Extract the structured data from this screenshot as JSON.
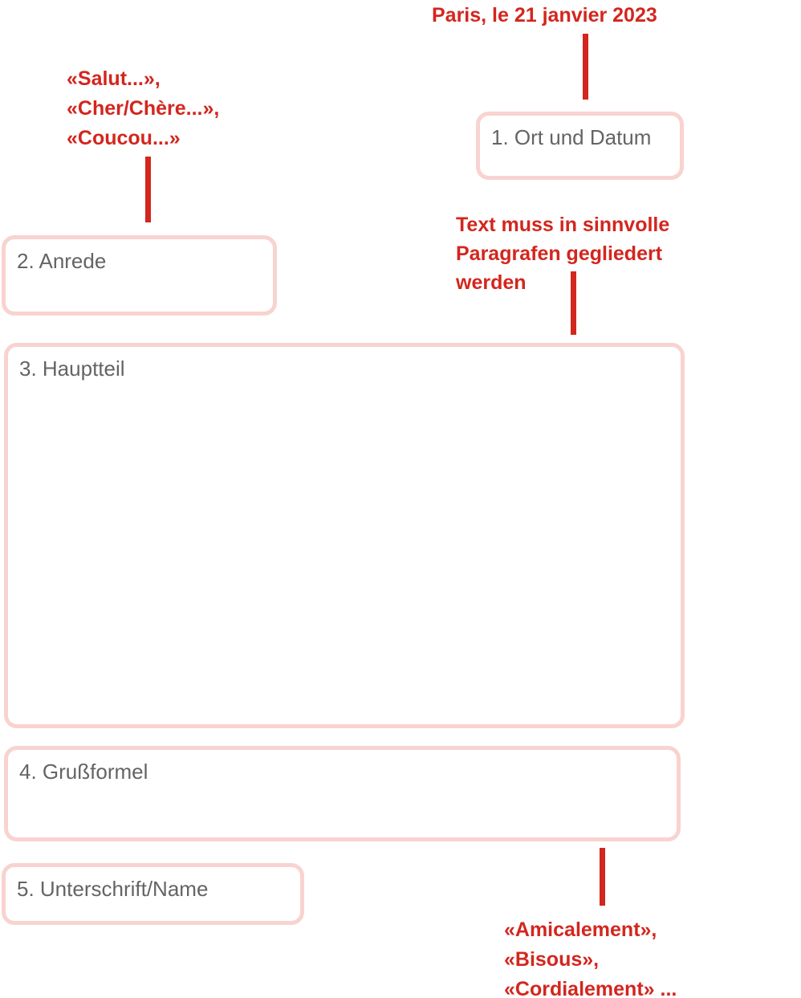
{
  "colors": {
    "annotation_red": "#d3261e",
    "box_border_pink": "#f8d3cf",
    "label_gray": "#646464",
    "background": "#ffffff"
  },
  "annotations": {
    "date_example": {
      "lines": [
        "Paris, le 21 janvier 2023"
      ]
    },
    "salutation_examples": {
      "lines": [
        "«Salut...»,",
        "«Cher/Chère...»,",
        "«Coucou...»"
      ]
    },
    "paragraph_note": {
      "lines": [
        "Text muss in sinnvolle",
        "Paragrafen gegliedert",
        "werden"
      ]
    },
    "closing_examples": {
      "lines": [
        "«Amicalement»,",
        "«Bisous»,",
        "«Cordialement» ..."
      ]
    }
  },
  "boxes": [
    {
      "label": "1. Ort und Datum"
    },
    {
      "label": "2. Anrede"
    },
    {
      "label": "3. Hauptteil"
    },
    {
      "label": "4. Grußformel"
    },
    {
      "label": "5. Unterschrift/Name"
    }
  ]
}
